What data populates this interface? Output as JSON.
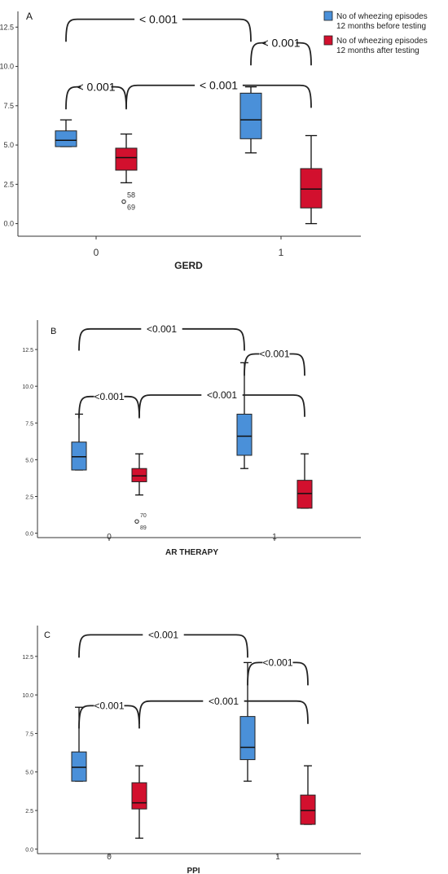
{
  "legend": {
    "position": "top-right",
    "entries": [
      {
        "label_line1": "No of wheezing episodes",
        "label_line2": "12 months before testing",
        "color": "#4A90D9"
      },
      {
        "label_line1": "No of wheezing episodes",
        "label_line2": "12 months after testing",
        "color": "#D2102E"
      }
    ]
  },
  "colors": {
    "before": "#4A90D9",
    "after": "#D2102E",
    "axis": "#333333",
    "bracket": "#222222"
  },
  "chart_data": [
    {
      "type": "box",
      "panel": "A",
      "xlabel": "GERD",
      "ylabel": "",
      "categories": [
        "0",
        "1"
      ],
      "ylim": [
        -0.8,
        13.5
      ],
      "yticks": [
        "0.0",
        "2.5",
        "5.0",
        "7.5",
        "10.0",
        "12.5"
      ],
      "grid": false,
      "series": [
        {
          "group": "before",
          "boxes": [
            {
              "category": "0",
              "min": 4.9,
              "q1": 4.9,
              "median": 5.3,
              "q3": 5.9,
              "max": 6.6
            },
            {
              "category": "1",
              "min": 4.5,
              "q1": 5.4,
              "median": 6.6,
              "q3": 8.3,
              "max": 8.7
            }
          ]
        },
        {
          "group": "after",
          "boxes": [
            {
              "category": "0",
              "min": 2.6,
              "q1": 3.4,
              "median": 4.2,
              "q3": 4.8,
              "max": 5.7,
              "outliers": [
                {
                  "value": 1.4,
                  "labels": [
                    "58",
                    "69"
                  ]
                }
              ]
            },
            {
              "category": "1",
              "min": 0.0,
              "q1": 1.0,
              "median": 2.2,
              "q3": 3.5,
              "max": 5.6
            }
          ]
        }
      ],
      "annotations": [
        {
          "text": "< 0.001",
          "between": "0-before vs 1-before",
          "level": 13.0
        },
        {
          "text": "< 0.001",
          "between": "1-before vs 1-after",
          "level": 11.5
        },
        {
          "text": "< 0.001",
          "between": "0-before vs 0-after",
          "level": 8.7
        },
        {
          "text": "< 0.001",
          "between": "0-after vs 1-after",
          "level": 8.8
        }
      ]
    },
    {
      "type": "box",
      "panel": "B",
      "xlabel": "AR THERAPY",
      "ylabel": "",
      "categories": [
        "0",
        "1"
      ],
      "ylim": [
        -0.3,
        14.5
      ],
      "yticks": [
        "0.0",
        "2.5",
        "5.0",
        "7.5",
        "10.0",
        "12.5"
      ],
      "grid": false,
      "series": [
        {
          "group": "before",
          "boxes": [
            {
              "category": "0",
              "min": 4.3,
              "q1": 4.3,
              "median": 5.2,
              "q3": 6.2,
              "max": 8.1
            },
            {
              "category": "1",
              "min": 4.4,
              "q1": 5.3,
              "median": 6.6,
              "q3": 8.1,
              "max": 11.6
            }
          ]
        },
        {
          "group": "after",
          "boxes": [
            {
              "category": "0",
              "min": 2.6,
              "q1": 3.5,
              "median": 3.9,
              "q3": 4.4,
              "max": 5.4,
              "outliers": [
                {
                  "value": 0.8,
                  "labels": [
                    "70",
                    "89"
                  ]
                }
              ]
            },
            {
              "category": "1",
              "min": 1.7,
              "q1": 1.7,
              "median": 2.7,
              "q3": 3.6,
              "max": 5.4
            }
          ]
        }
      ],
      "annotations": [
        {
          "text": "<0.001",
          "between": "0-before vs 1-before",
          "level": 13.9
        },
        {
          "text": "<0.001",
          "between": "1-before vs 1-after",
          "level": 12.2
        },
        {
          "text": "<0.001",
          "between": "0-before vs 0-after",
          "level": 9.3
        },
        {
          "text": "<0.001",
          "between": "0-after vs 1-after",
          "level": 9.4
        }
      ]
    },
    {
      "type": "box",
      "panel": "C",
      "xlabel": "PPI",
      "ylabel": "",
      "categories": [
        "0",
        "1"
      ],
      "ylim": [
        -0.3,
        14.5
      ],
      "yticks": [
        "0.0",
        "2.5",
        "5.0",
        "7.5",
        "10.0",
        "12.5"
      ],
      "grid": false,
      "series": [
        {
          "group": "before",
          "boxes": [
            {
              "category": "0",
              "min": 4.4,
              "q1": 4.4,
              "median": 5.3,
              "q3": 6.3,
              "max": 9.2
            },
            {
              "category": "1",
              "min": 4.4,
              "q1": 5.8,
              "median": 6.6,
              "q3": 8.6,
              "max": 12.1
            }
          ]
        },
        {
          "group": "after",
          "boxes": [
            {
              "category": "0",
              "min": 0.7,
              "q1": 2.6,
              "median": 3.0,
              "q3": 4.3,
              "max": 5.4
            },
            {
              "category": "1",
              "min": 1.6,
              "q1": 1.6,
              "median": 2.5,
              "q3": 3.5,
              "max": 5.4
            }
          ]
        }
      ],
      "annotations": [
        {
          "text": "<0.001",
          "between": "0-before vs 1-before",
          "level": 13.9
        },
        {
          "text": "<0.001",
          "between": "1-before vs 1-after",
          "level": 12.1
        },
        {
          "text": "<0.001",
          "between": "0-before vs 0-after",
          "level": 9.3
        },
        {
          "text": "<0.001",
          "between": "0-after vs 1-after",
          "level": 9.6
        }
      ]
    }
  ]
}
